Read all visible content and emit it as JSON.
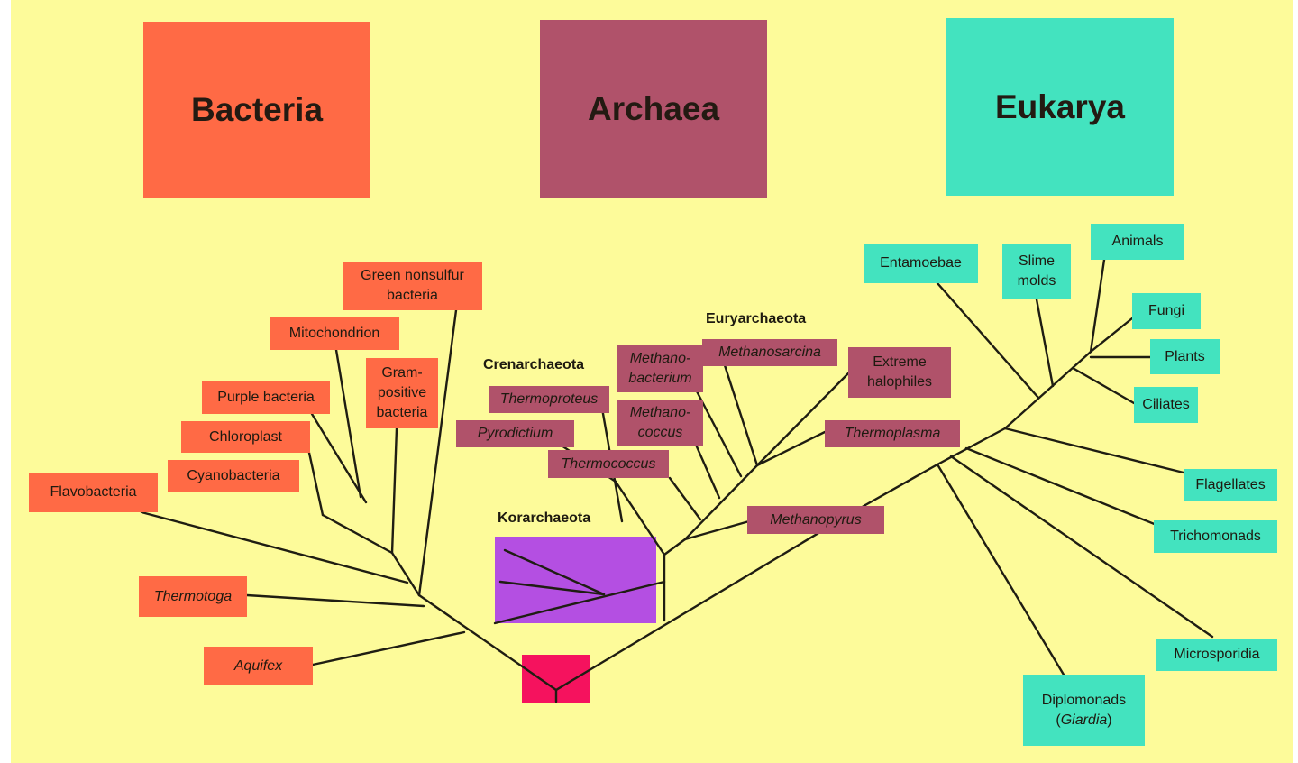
{
  "domains": {
    "bacteria": "Bacteria",
    "archaea": "Archaea",
    "eukarya": "Eukarya"
  },
  "groups": {
    "crenarchaeota": "Crenarchaeota",
    "euryarchaeota": "Euryarchaeota",
    "korarchaeota": "Korarchaeota"
  },
  "bacteria": {
    "green_nonsulfur": "Green nonsulfur bacteria",
    "mitochondrion": "Mitochondrion",
    "gram_positive": "Gram-positive bacteria",
    "purple_bacteria": "Purple bacteria",
    "chloroplast": "Chloroplast",
    "cyanobacteria": "Cyanobacteria",
    "flavobacteria": "Flavobacteria",
    "thermotoga": "Thermotoga",
    "aquifex": "Aquifex"
  },
  "archaea": {
    "thermoproteus": "Thermoproteus",
    "pyrodictium": "Pyrodictium",
    "thermococcus": "Thermococcus",
    "methanobacterium": "Methano-bacterium",
    "methanococcus": "Methano-coccus",
    "methanosarcina": "Methanosarcina",
    "extreme_halophiles": "Extreme halophiles",
    "thermoplasma": "Thermoplasma",
    "methanopyrus": "Methanopyrus"
  },
  "eukarya": {
    "entamoebae": "Entamoebae",
    "slime_molds": "Slime molds",
    "animals": "Animals",
    "fungi": "Fungi",
    "plants": "Plants",
    "ciliates": "Ciliates",
    "flagellates": "Flagellates",
    "trichomonads": "Trichomonads",
    "microsporidia": "Microsporidia",
    "diplomonads": "Diplomonads",
    "giardia": "Giardia"
  },
  "colors": {
    "background": "#fdfb9a",
    "bacteria": "#ff6a45",
    "archaea": "#b0526a",
    "eukarya": "#43e3bf",
    "korarchaeota": "#b44fe2",
    "root": "#f5125e",
    "branch": "#1f1d12"
  }
}
